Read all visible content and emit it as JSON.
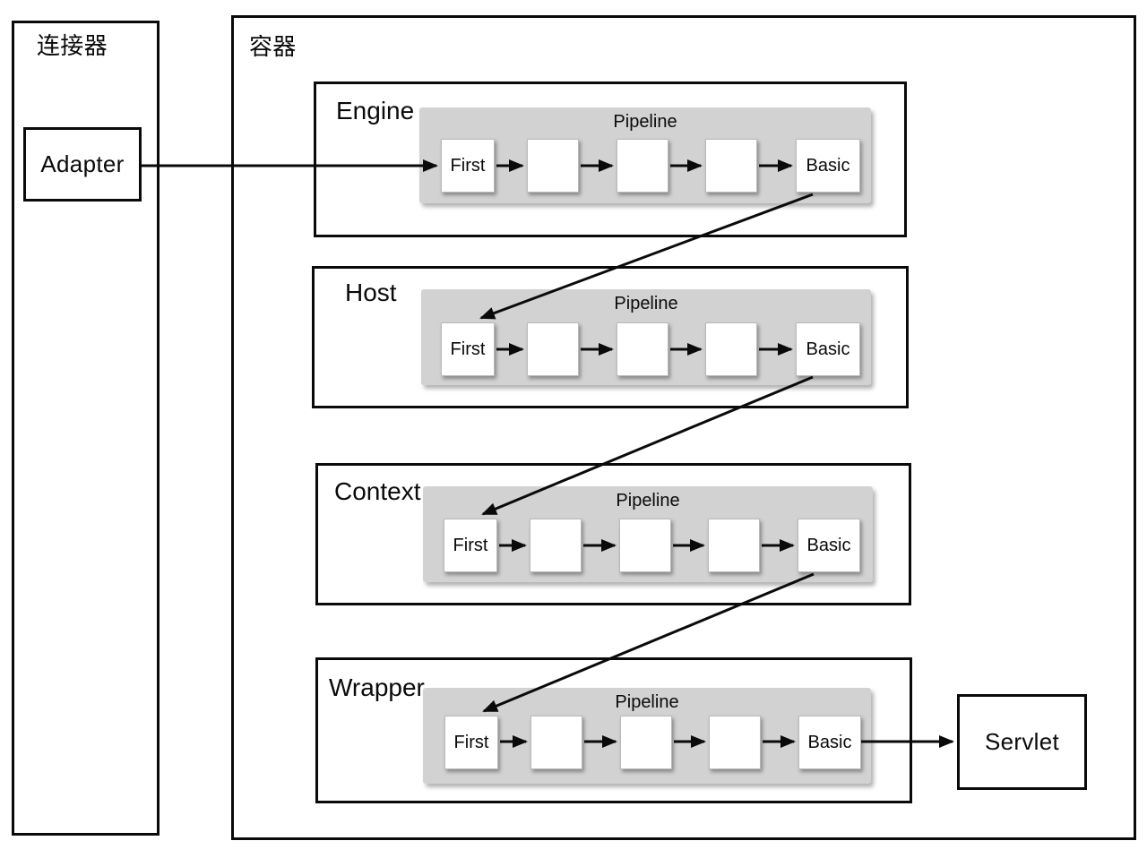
{
  "diagram": {
    "connector": {
      "label": "连接器",
      "adapter_label": "Adapter"
    },
    "container": {
      "label": "容器"
    },
    "servlet_label": "Servlet",
    "sections": [
      {
        "label": "Engine",
        "pipeline_label": "Pipeline",
        "first_valve": "First",
        "basic_valve": "Basic"
      },
      {
        "label": "Host",
        "pipeline_label": "Pipeline",
        "first_valve": "First",
        "basic_valve": "Basic"
      },
      {
        "label": "Context",
        "pipeline_label": "Pipeline",
        "first_valve": "First",
        "basic_valve": "Basic"
      },
      {
        "label": "Wrapper",
        "pipeline_label": "Pipeline",
        "first_valve": "First",
        "basic_valve": "Basic"
      }
    ],
    "colors": {
      "line": "#0a0a0a",
      "pipeline_bg": "#d2d2d2",
      "box_bg": "#ffffff"
    }
  }
}
